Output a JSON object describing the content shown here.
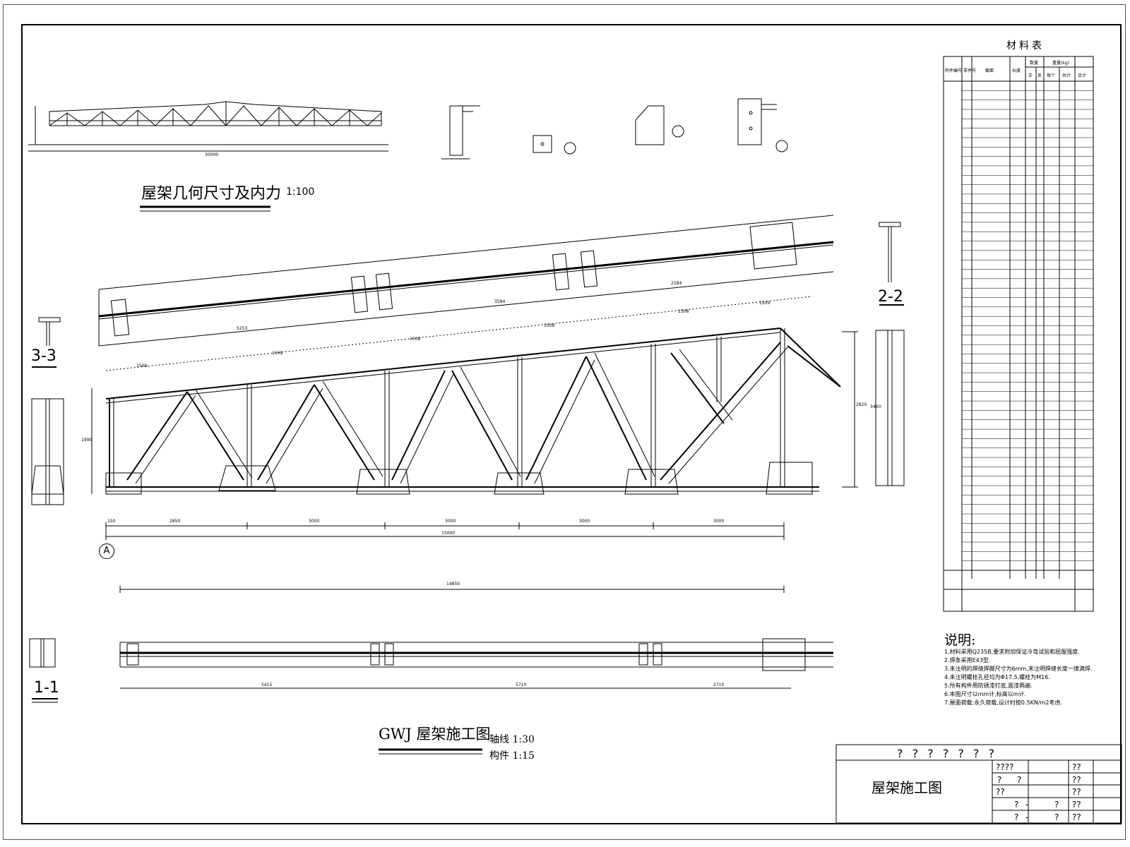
{
  "drawing": {
    "title_geometry": "屋架几何尺寸及内力",
    "title_geometry_scale": "1:100",
    "title_main": "GWJ 屋架施工图",
    "scale_axis": "轴线 1:30",
    "scale_member": "构件 1:15",
    "axis_label": "A"
  },
  "sections": [
    "3-3",
    "2-2",
    "1-1"
  ],
  "dimensions": {
    "bottom_panels": [
      "150",
      "2850",
      "3000",
      "3000",
      "3000",
      "3000"
    ],
    "bottom_total": "15000",
    "bottom_chord_length": "14850",
    "bottom_chord_segments": [
      "5415",
      "5710",
      "2710"
    ],
    "right_height_a": "2820",
    "right_height_b": "3460",
    "left_height": "1990",
    "top_chord_panels": [
      "1509",
      "1508",
      "1508",
      "1508",
      "1508",
      "1509"
    ],
    "top_chord_segments": [
      "5253",
      "3584",
      "2584"
    ],
    "geo_span": "30000"
  },
  "material_table": {
    "title": "材料表",
    "header_cols": [
      "构件编号",
      "零件号",
      "截面",
      "长度",
      "数量",
      "重量(kg)"
    ],
    "header_sub": [
      "正",
      "反",
      "每个",
      "共计",
      "合计"
    ],
    "rows": 52
  },
  "notes": {
    "title": "说明:",
    "items": [
      "1.材料采用Q235B,要求附加保证冷弯试验和屈服强度.",
      "2.焊条采用E43型.",
      "3.未注明的焊缝焊脚尺寸为6mm,未注明焊缝长度一律满焊.",
      "4.未注明螺栓孔径均为Φ17.5,螺栓为M16.",
      "5.所有构件用防锈漆打底,面漆两遍.",
      "6.本图尺寸以mm计,标高以m计.",
      "7.屋面荷载:永久荷载,设计时按0.5KN/m2考虑."
    ]
  },
  "title_block": {
    "header": "? ? ? ? ? ? ?",
    "drawing_name": "屋架施工图",
    "cells": [
      "????",
      "??",
      "?",
      "?",
      "??",
      "??",
      "??",
      "?",
      "-",
      "?",
      "??",
      "?",
      "-",
      "?",
      "??"
    ]
  },
  "colors": {
    "line": "#000000",
    "frame": "#555555"
  }
}
